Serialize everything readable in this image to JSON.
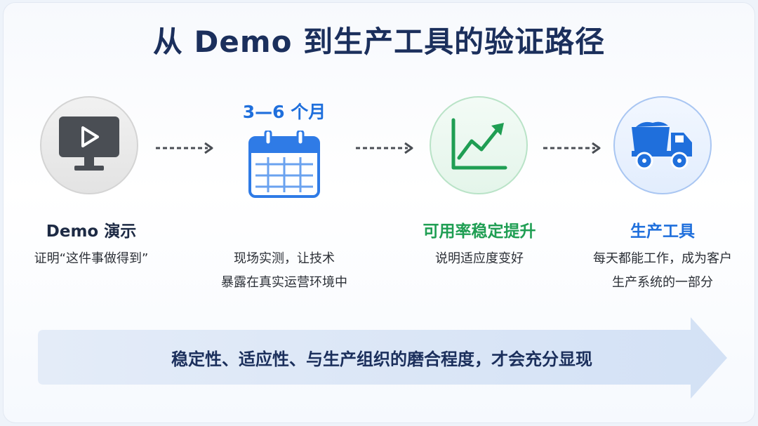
{
  "title": "从 Demo 到生产工具的验证路径",
  "steps": [
    {
      "icon": "monitor-play-icon",
      "title": "Demo 演示",
      "desc": [
        "证明“这件事做得到”"
      ]
    },
    {
      "icon": "calendar-icon",
      "duration": "3—6 个月",
      "desc": [
        "现场实测，让技术",
        "暴露在真实运营环境中"
      ]
    },
    {
      "icon": "trending-up-chart-icon",
      "title": "可用率稳定提升",
      "desc": [
        "说明适应度变好"
      ]
    },
    {
      "icon": "dump-truck-icon",
      "title": "生产工具",
      "desc": [
        "每天都能工作，成为客户",
        "生产系统的一部分"
      ]
    }
  ],
  "banner": "稳定性、适应性、与生产组织的磨合程度，才会充分显现",
  "colors": {
    "navy": "#1b2f5c",
    "blue": "#1f6fdc",
    "green": "#1f9e53",
    "gray": "#555a60"
  }
}
